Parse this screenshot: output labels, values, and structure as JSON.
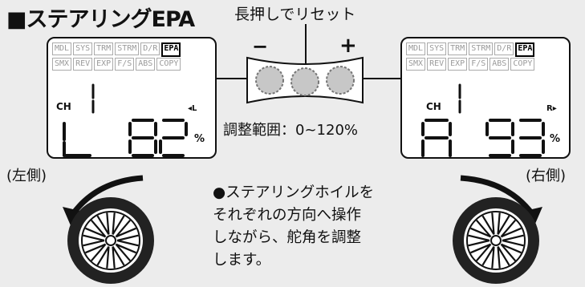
{
  "title": "■ステアリングEPA",
  "reset_hint": "長押しでリセット",
  "minus_label": "−",
  "plus_label": "+",
  "menu_row1": [
    "MDL",
    "SYS",
    "TRM",
    "STRM",
    "D/R",
    "EPA"
  ],
  "menu_row2": [
    "SMX",
    "REV",
    "EXP",
    "F/S",
    "ABS",
    "COPY"
  ],
  "active_menu": "EPA",
  "left_display": {
    "ch_label": "CH",
    "channel": "1",
    "side_letter": "L",
    "value": "82",
    "unit": "%",
    "indicator": "◂L"
  },
  "right_display": {
    "ch_label": "CH",
    "channel": "1",
    "side_letter": "R",
    "value": "93",
    "unit": "%",
    "indicator": "R▸"
  },
  "range_text": "調整範囲：0~120%",
  "left_label": "(左側)",
  "right_label": "(右側)",
  "description_lines": [
    "●ステアリングホイルを",
    "それぞれの方向へ操作",
    "しながら、舵角を調整",
    "します。"
  ],
  "colors": {
    "background": "#ececec",
    "button_fill": "#c7c7c7",
    "tire": "#222222"
  }
}
